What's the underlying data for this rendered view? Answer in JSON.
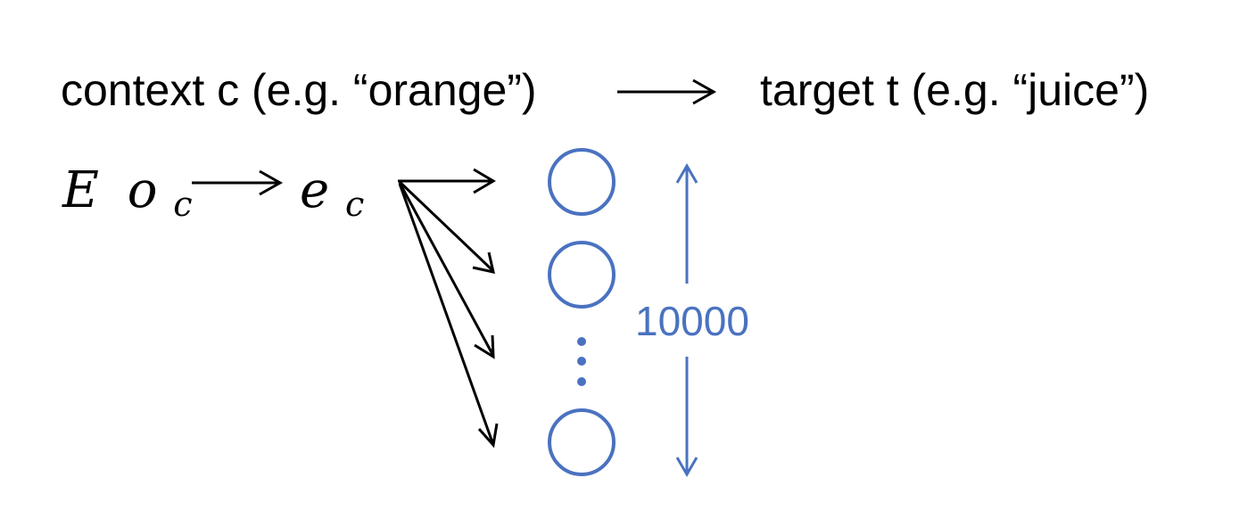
{
  "top_row": {
    "context_label": "context c (e.g. “orange”)",
    "target_label": "target t (e.g. “juice”)"
  },
  "embedding_row": {
    "matrix_symbol": "E",
    "onehot_symbol": "o",
    "onehot_subscript": "c",
    "embedding_symbol": "e",
    "embedding_subscript": "c"
  },
  "output_layer": {
    "size_label": "10000",
    "color": "#4a72c0"
  }
}
